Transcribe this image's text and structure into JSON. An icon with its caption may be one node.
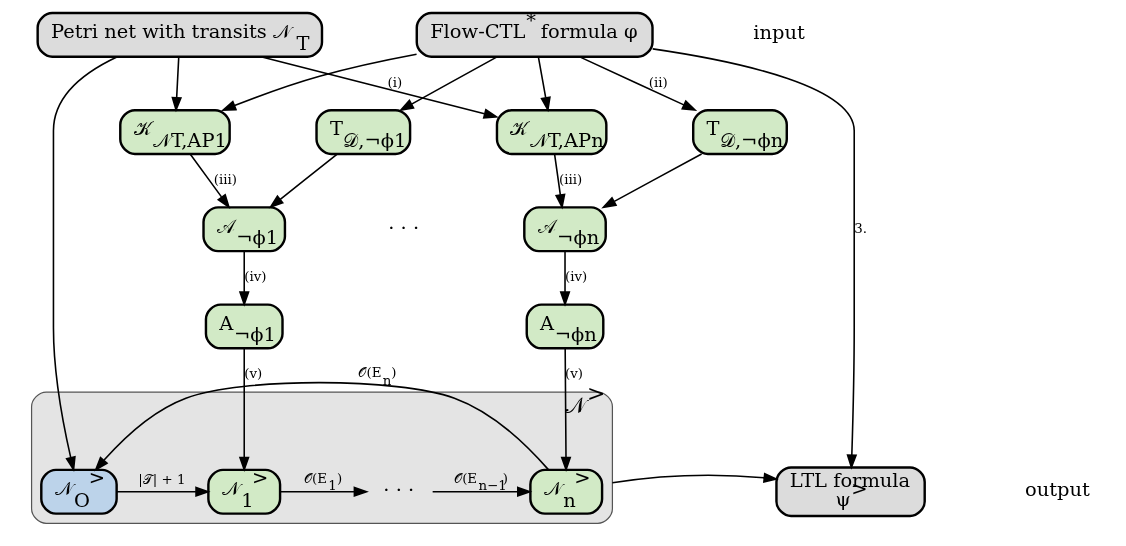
{
  "diagram": {
    "nodes": [
      {
        "text": [
          "Petri net with transits 𝒩$_{T}$"
        ]
      },
      {
        "text": [
          "Flow-CTL$^{*}$ formula φ"
        ]
      },
      {
        "text": [
          "𝒦$_{𝒩T,AP1}$"
        ]
      },
      {
        "text": [
          "T$_{𝒟,¬ϕ1}$"
        ]
      },
      {
        "text": [
          "𝒦$_{𝒩T,APn}$"
        ]
      },
      {
        "text": [
          "T$_{𝒟,¬ϕn}$"
        ]
      },
      {
        "text": [
          "𝒜$_{¬ϕ1}$"
        ]
      },
      {
        "text": [
          "𝒜$_{¬ϕn}$"
        ]
      },
      {
        "text": [
          "A$_{¬ϕ1}$"
        ]
      },
      {
        "text": [
          "A$_{¬ϕn}$"
        ]
      },
      {
        "text": [
          "𝒩$^{>}$"
        ]
      },
      {
        "text": [
          "𝒩$_{O}$$^{>}$"
        ],
        "in": 10
      },
      {
        "text": [
          "𝒩$_{1}$$^{>}$"
        ],
        "in": 10
      },
      {
        "text": [
          "· · ·"
        ],
        "in": 10
      },
      {
        "text": [
          "𝒩$_{n}$$^{>}$"
        ],
        "in": 10
      },
      {
        "text": [
          "LTL formula",
          "ψ$^{>}$"
        ]
      }
    ],
    "edges": [
      {
        "from": 0,
        "to": 11,
        "arrow": "to"
      },
      {
        "from": 0,
        "to": 2,
        "arrow": "to"
      },
      {
        "from": 0,
        "to": 4,
        "arrow": "to",
        "label": "(i)"
      },
      {
        "from": 1,
        "to": 2,
        "arrow": "to"
      },
      {
        "from": 1,
        "to": 4,
        "arrow": "to"
      },
      {
        "from": 1,
        "to": 3,
        "arrow": "to"
      },
      {
        "from": 1,
        "to": 5,
        "arrow": "to",
        "label": "(ii)"
      },
      {
        "from": 1,
        "to": 15,
        "arrow": "to",
        "label": "3."
      },
      {
        "from": 2,
        "to": 6,
        "arrow": "to",
        "label": "(iii)"
      },
      {
        "from": 3,
        "to": 6,
        "arrow": "to"
      },
      {
        "from": 4,
        "to": 7,
        "arrow": "to",
        "label": "(iii)"
      },
      {
        "from": 5,
        "to": 7,
        "arrow": "to"
      },
      {
        "from": 6,
        "to": 8,
        "arrow": "to",
        "label": "(iv)"
      },
      {
        "from": 7,
        "to": 9,
        "arrow": "to",
        "label": "(iv)"
      },
      {
        "from": 8,
        "to": 12,
        "arrow": "to",
        "label": "(v)"
      },
      {
        "from": 9,
        "to": 14,
        "arrow": "to",
        "label": "(v)"
      },
      {
        "from": 11,
        "to": 12,
        "arrow": "to",
        "label": "|𝒯| + 1"
      },
      {
        "from": 12,
        "to": 13,
        "arrow": "to",
        "label": "𝒪(E$_{1}$)"
      },
      {
        "from": 13,
        "to": 14,
        "arrow": "to",
        "label": "𝒪(E$_{n−1}$)"
      },
      {
        "from": 14,
        "to": 11,
        "arrow": "to",
        "label": "𝒪(E$_{n}$)"
      },
      {
        "from": 10,
        "to": 15,
        "arrow": "to"
      }
    ],
    "labels": [
      "input",
      "· · ·",
      "output"
    ]
  }
}
